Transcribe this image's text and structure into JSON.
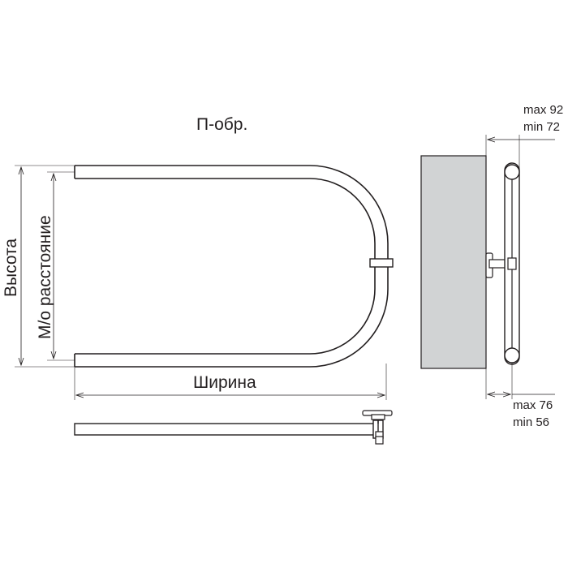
{
  "diagram": {
    "title": "П-обр.",
    "labels": {
      "height": "Высота",
      "center_distance": "М/о расстояние",
      "width": "Ширина"
    },
    "side_view": {
      "top_dim_max": "max 92",
      "top_dim_min": "min 72",
      "bottom_dim_max": "max 76",
      "bottom_dim_min": "min 56"
    }
  }
}
